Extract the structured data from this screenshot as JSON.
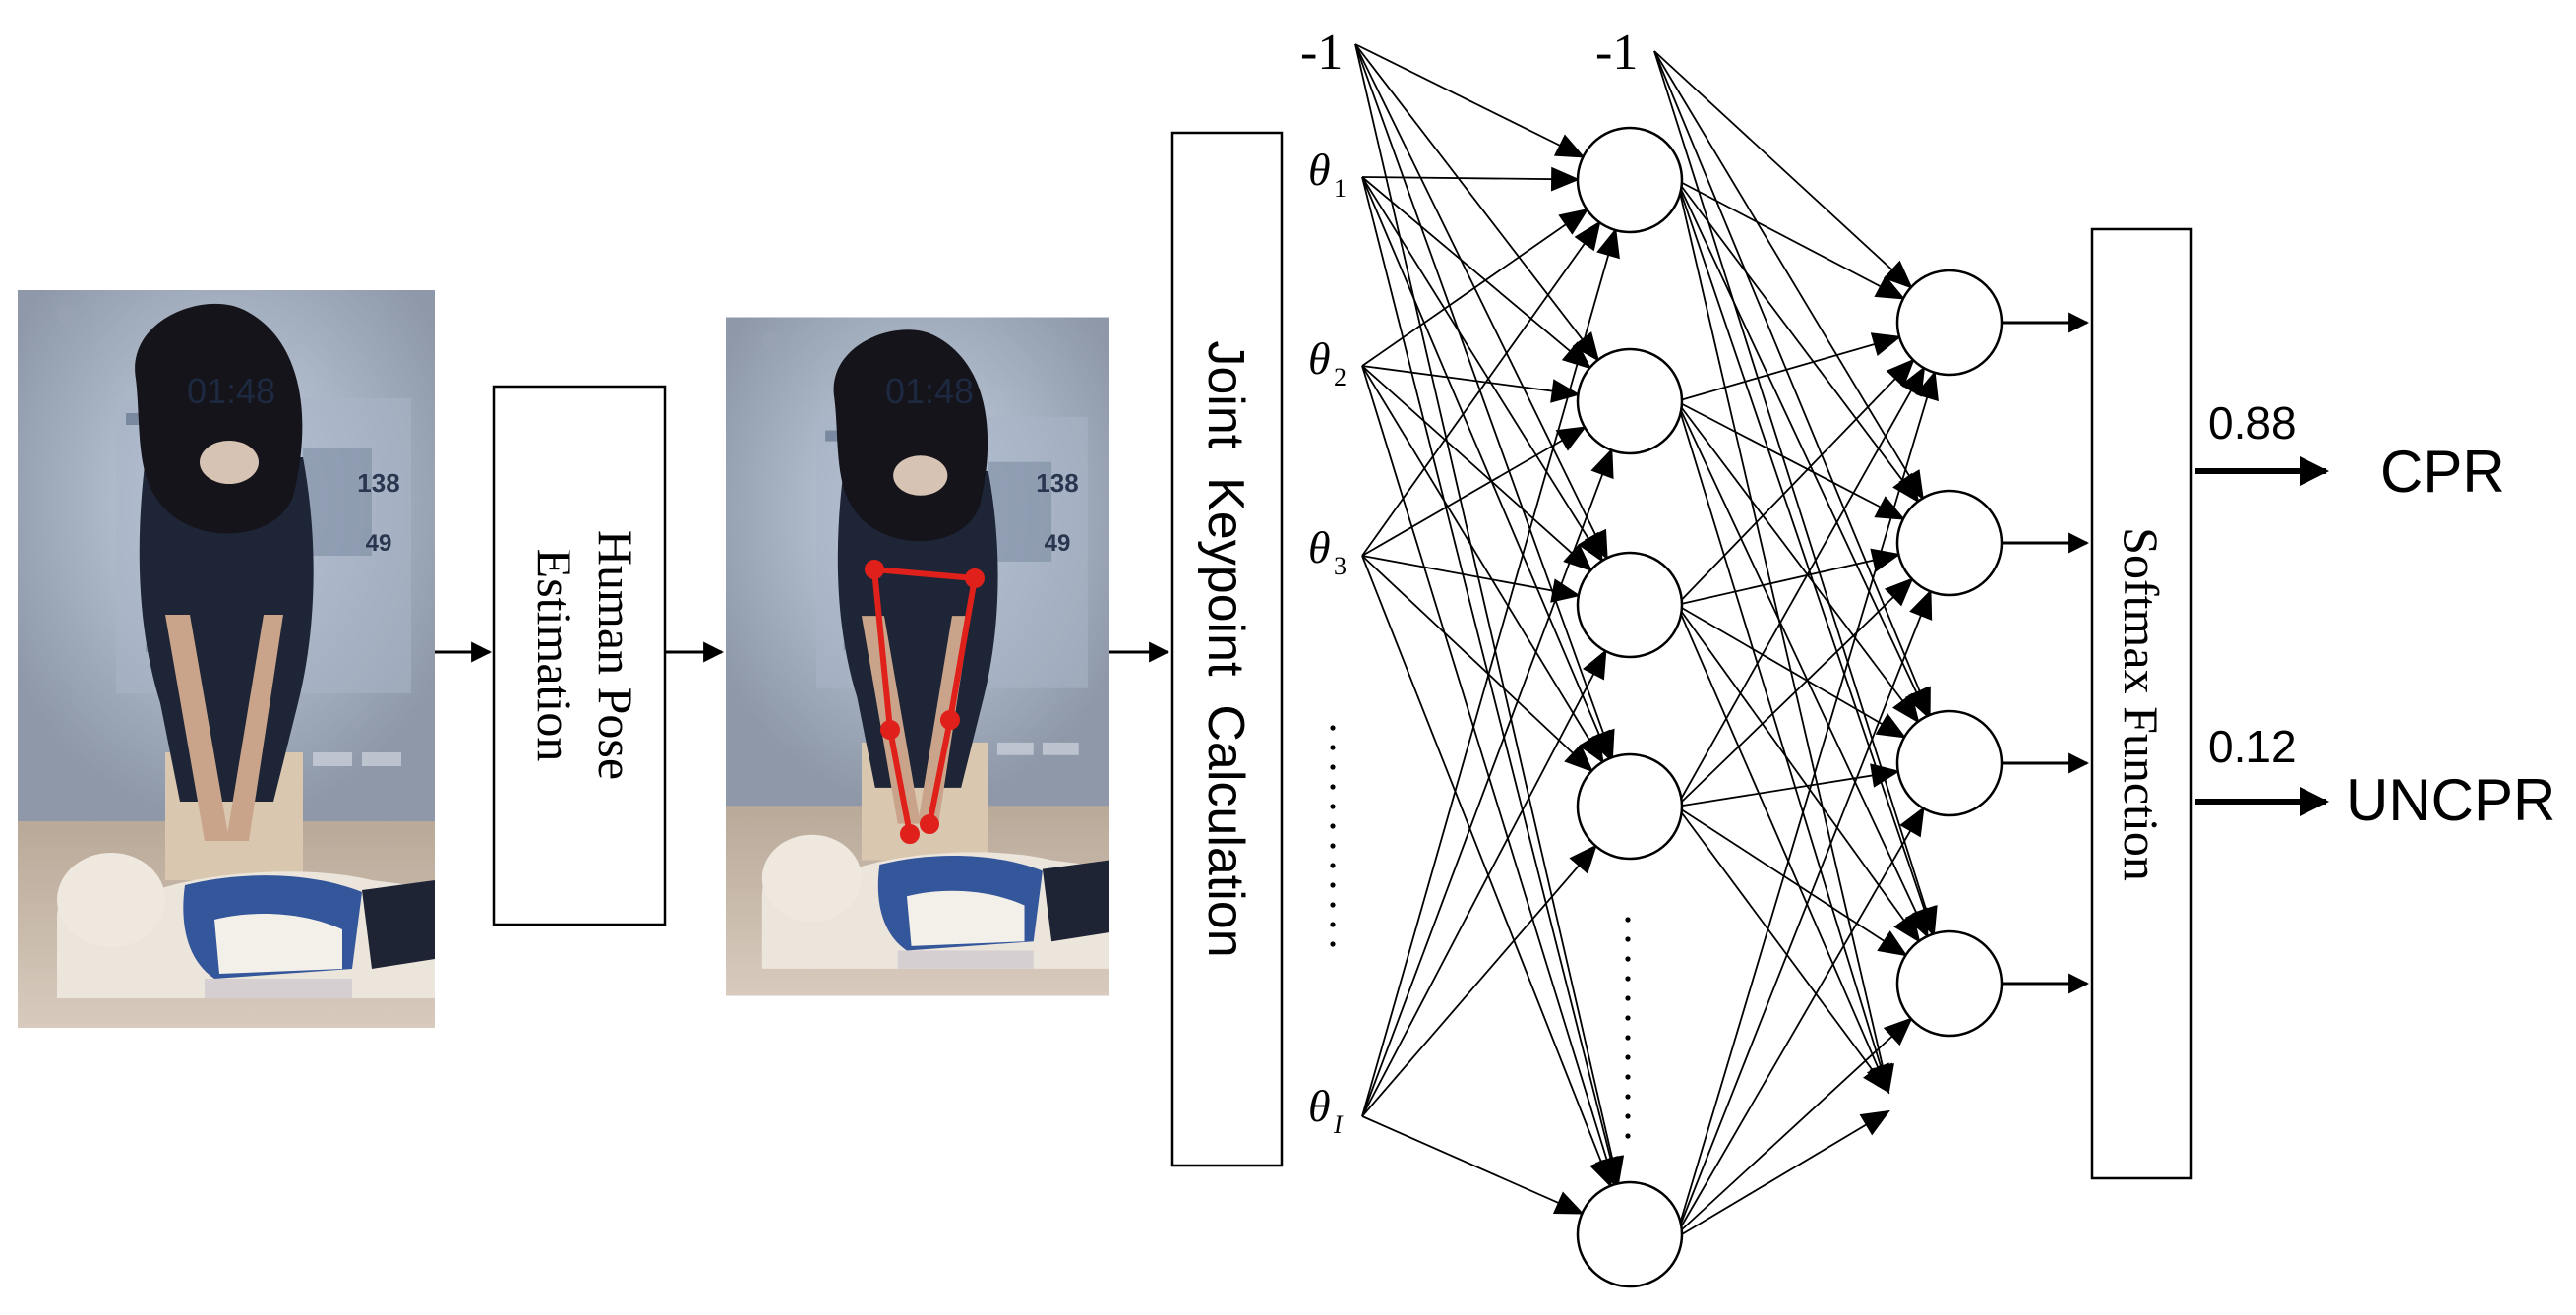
{
  "pipeline": {
    "pose_box_label_line1": "Human Pose",
    "pose_box_label_line2": "Estimation",
    "keypoint_box_label": "Joint  Keypoint  Calculation",
    "softmax_box_label": "Softmax Function"
  },
  "network": {
    "bias_input": "-1",
    "bias_hidden": "-1",
    "inputs": [
      {
        "symbol": "θ",
        "sub": "1"
      },
      {
        "symbol": "θ",
        "sub": "2"
      },
      {
        "symbol": "θ",
        "sub": "3"
      },
      {
        "symbol": "θ",
        "sub": "I"
      }
    ]
  },
  "outputs": [
    {
      "prob": "0.88",
      "label": "CPR"
    },
    {
      "prob": "0.12",
      "label": "UNCPR"
    }
  ],
  "photos": {
    "original_timer": "01:48",
    "original_rate": "138",
    "original_depth": "49",
    "pose_timer": "01:48",
    "pose_rate": "138",
    "pose_depth": "49"
  },
  "colors": {
    "skeleton": "#e0201a",
    "wall": "#8f98a8",
    "floor": "#c9b9a8",
    "shirt": "#1d2536",
    "hair": "#14141a",
    "mannequin": "#ece5dc",
    "mannequin_jacket": "#34569a"
  }
}
